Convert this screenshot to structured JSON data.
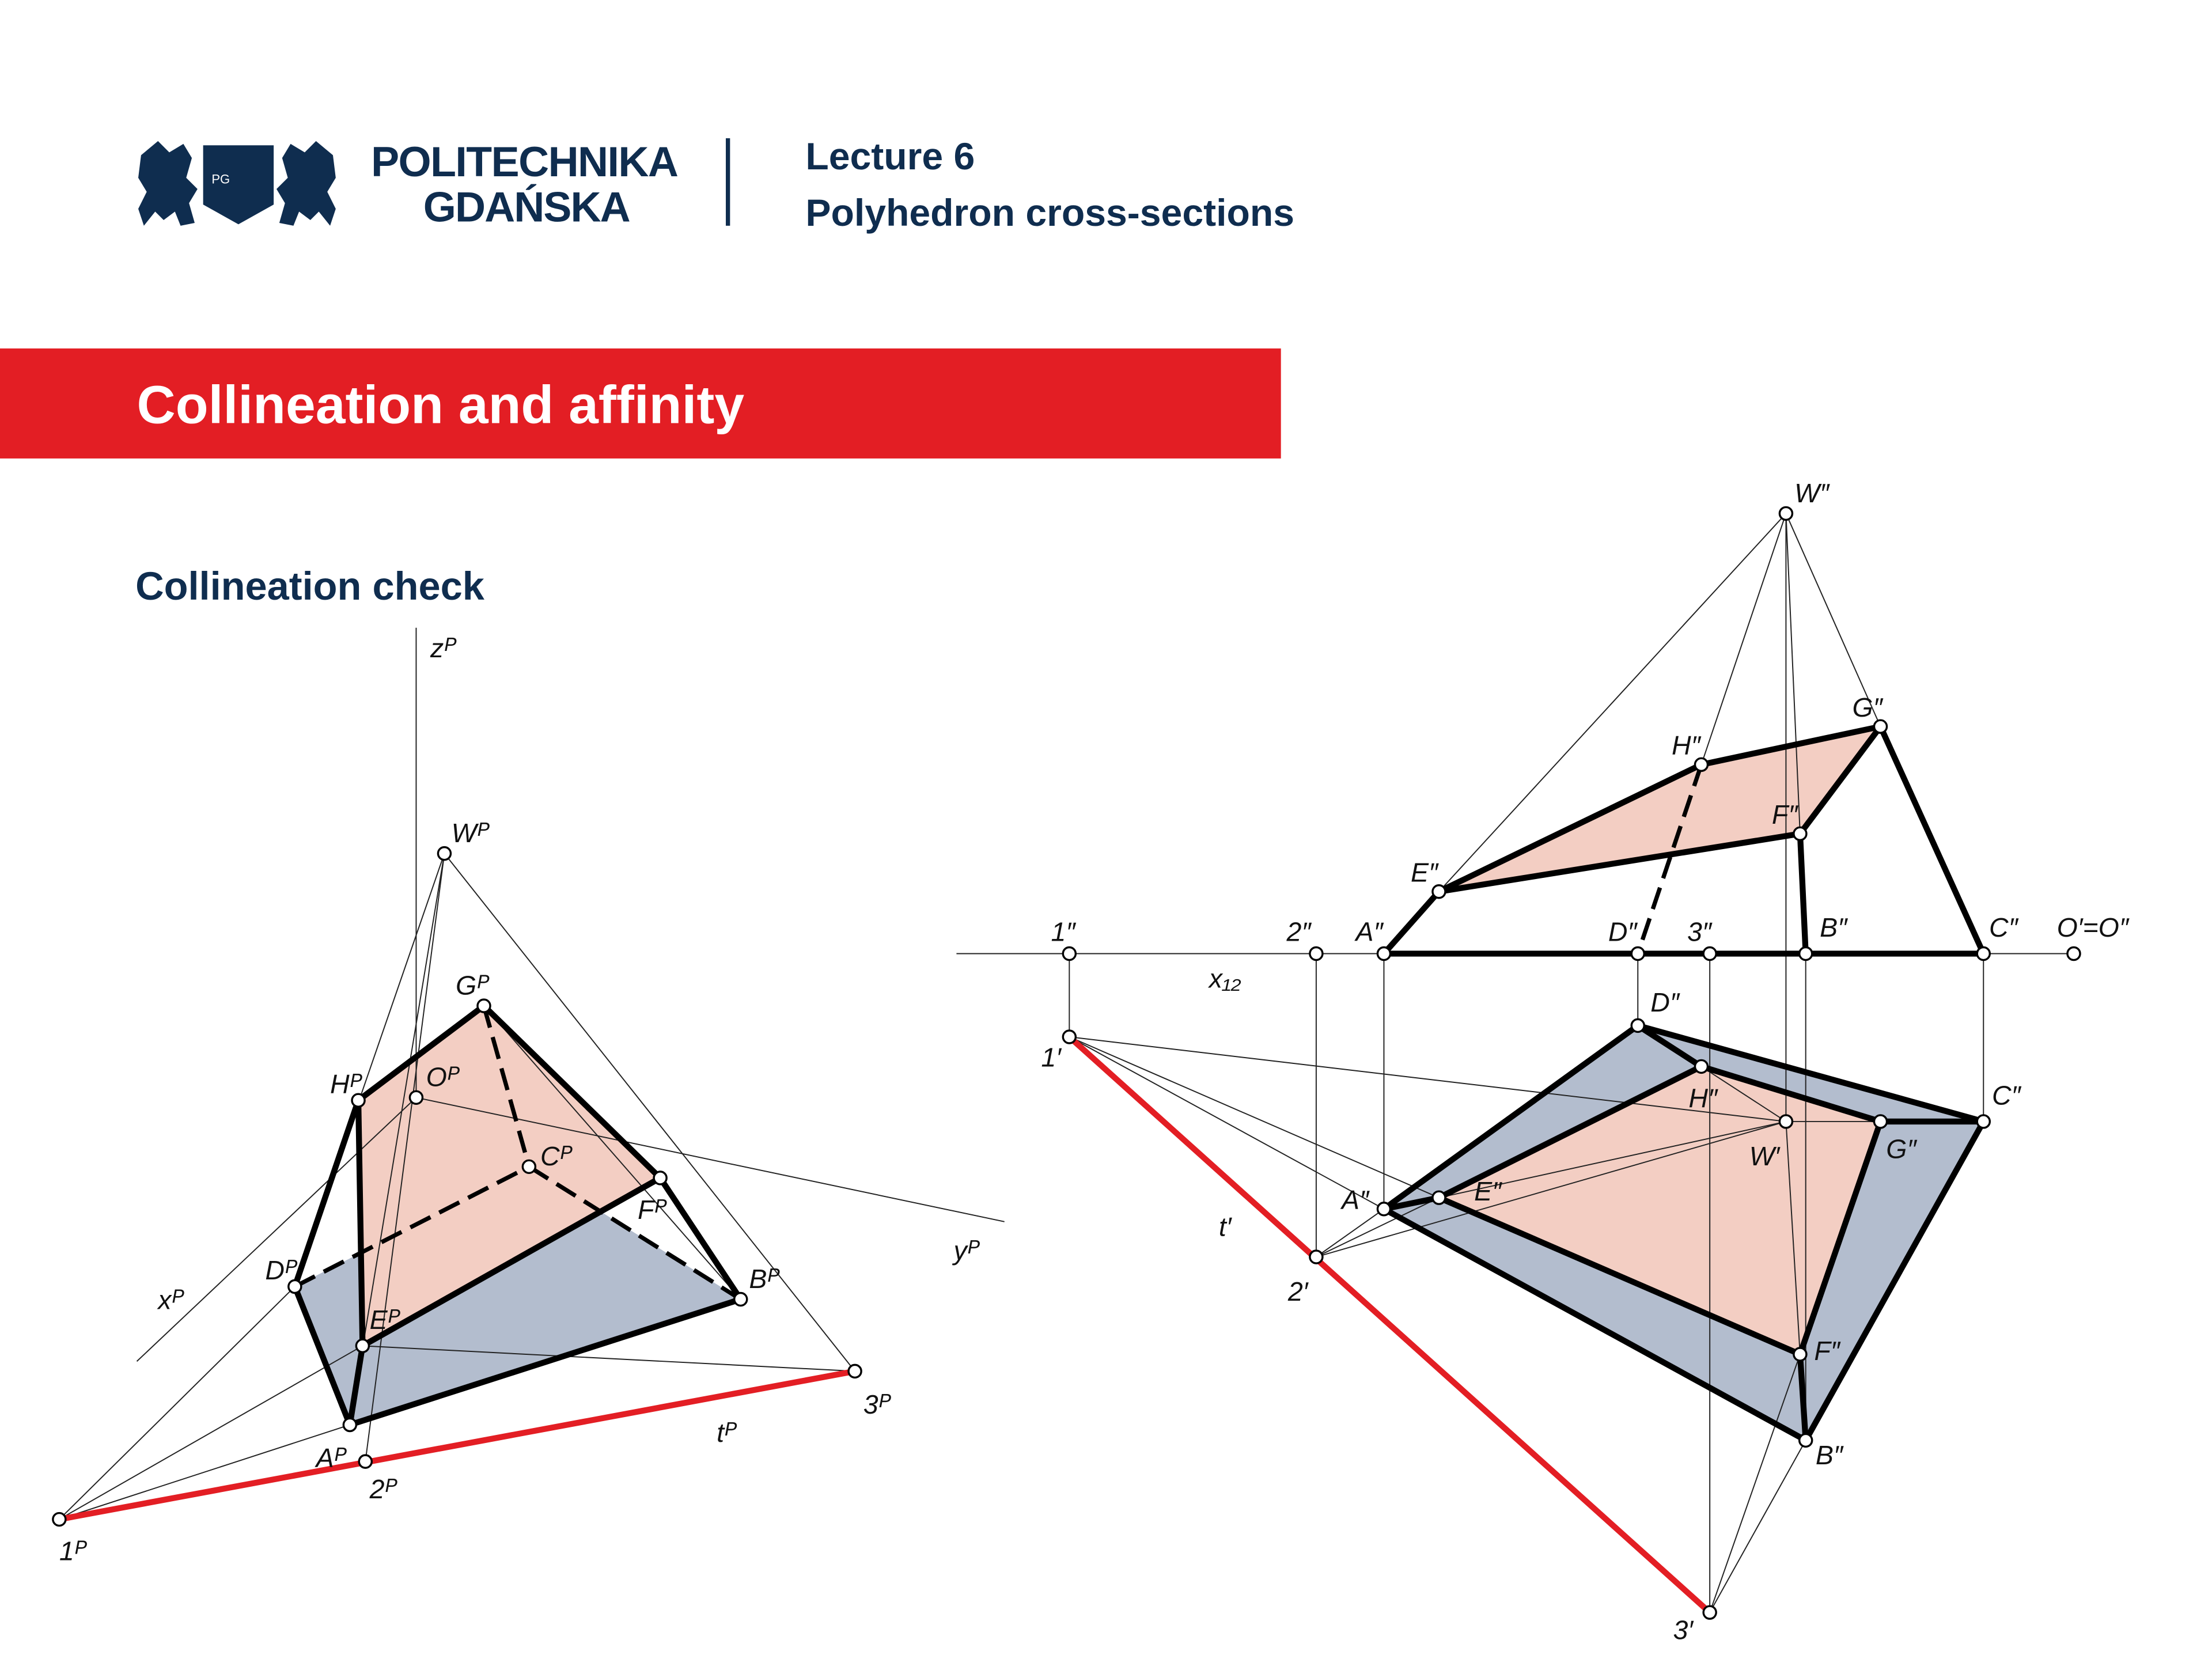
{
  "header": {
    "logo_line1": "POLITECHNIKA",
    "logo_line2": "GDAŃSKA",
    "logo_emblem": "PG",
    "lecture": "Lecture 6",
    "subject": "Polyhedron cross-sections"
  },
  "banner": {
    "title": "Collineation and affinity",
    "color": "#e31e24"
  },
  "section_title": "Collineation check",
  "colors": {
    "section_fill": "#f3cec3",
    "base_fill": "#b3bdce",
    "axis_line": "#e31e24",
    "brand": "#0f2d4f"
  },
  "left_diagram": {
    "labels": {
      "z": "zᴾ",
      "x": "xᴾ",
      "y": "yᴾ",
      "W": "Wᴾ",
      "G": "Gᴾ",
      "H": "Hᴾ",
      "O": "Oᴾ",
      "C": "Cᴾ",
      "F": "Fᴾ",
      "D": "Dᴾ",
      "B": "Bᴾ",
      "E": "Eᴾ",
      "A": "Aᴾ",
      "p1": "1ᴾ",
      "p2": "2ᴾ",
      "p3": "3ᴾ",
      "t": "tᴾ"
    }
  },
  "right_diagram": {
    "labels": {
      "W2": "W″",
      "G2": "G″",
      "H2": "H″",
      "F2": "F″",
      "E2": "E″",
      "p1_2": "1″",
      "p2_2": "2″",
      "A2": "A″",
      "D2": "D″",
      "p3_2": "3″",
      "B2": "B″",
      "C2": "C″",
      "O": "O′=O″",
      "x12": "x₁₂",
      "D1": "D″",
      "H1": "H″",
      "C1": "C″",
      "W1": "W′",
      "G1": "G″",
      "A1": "A″",
      "E1": "E″",
      "F1": "F″",
      "B1": "B″",
      "p1_1": "1′",
      "p2_1": "2′",
      "p3_1": "3′",
      "t1": "t′"
    }
  }
}
